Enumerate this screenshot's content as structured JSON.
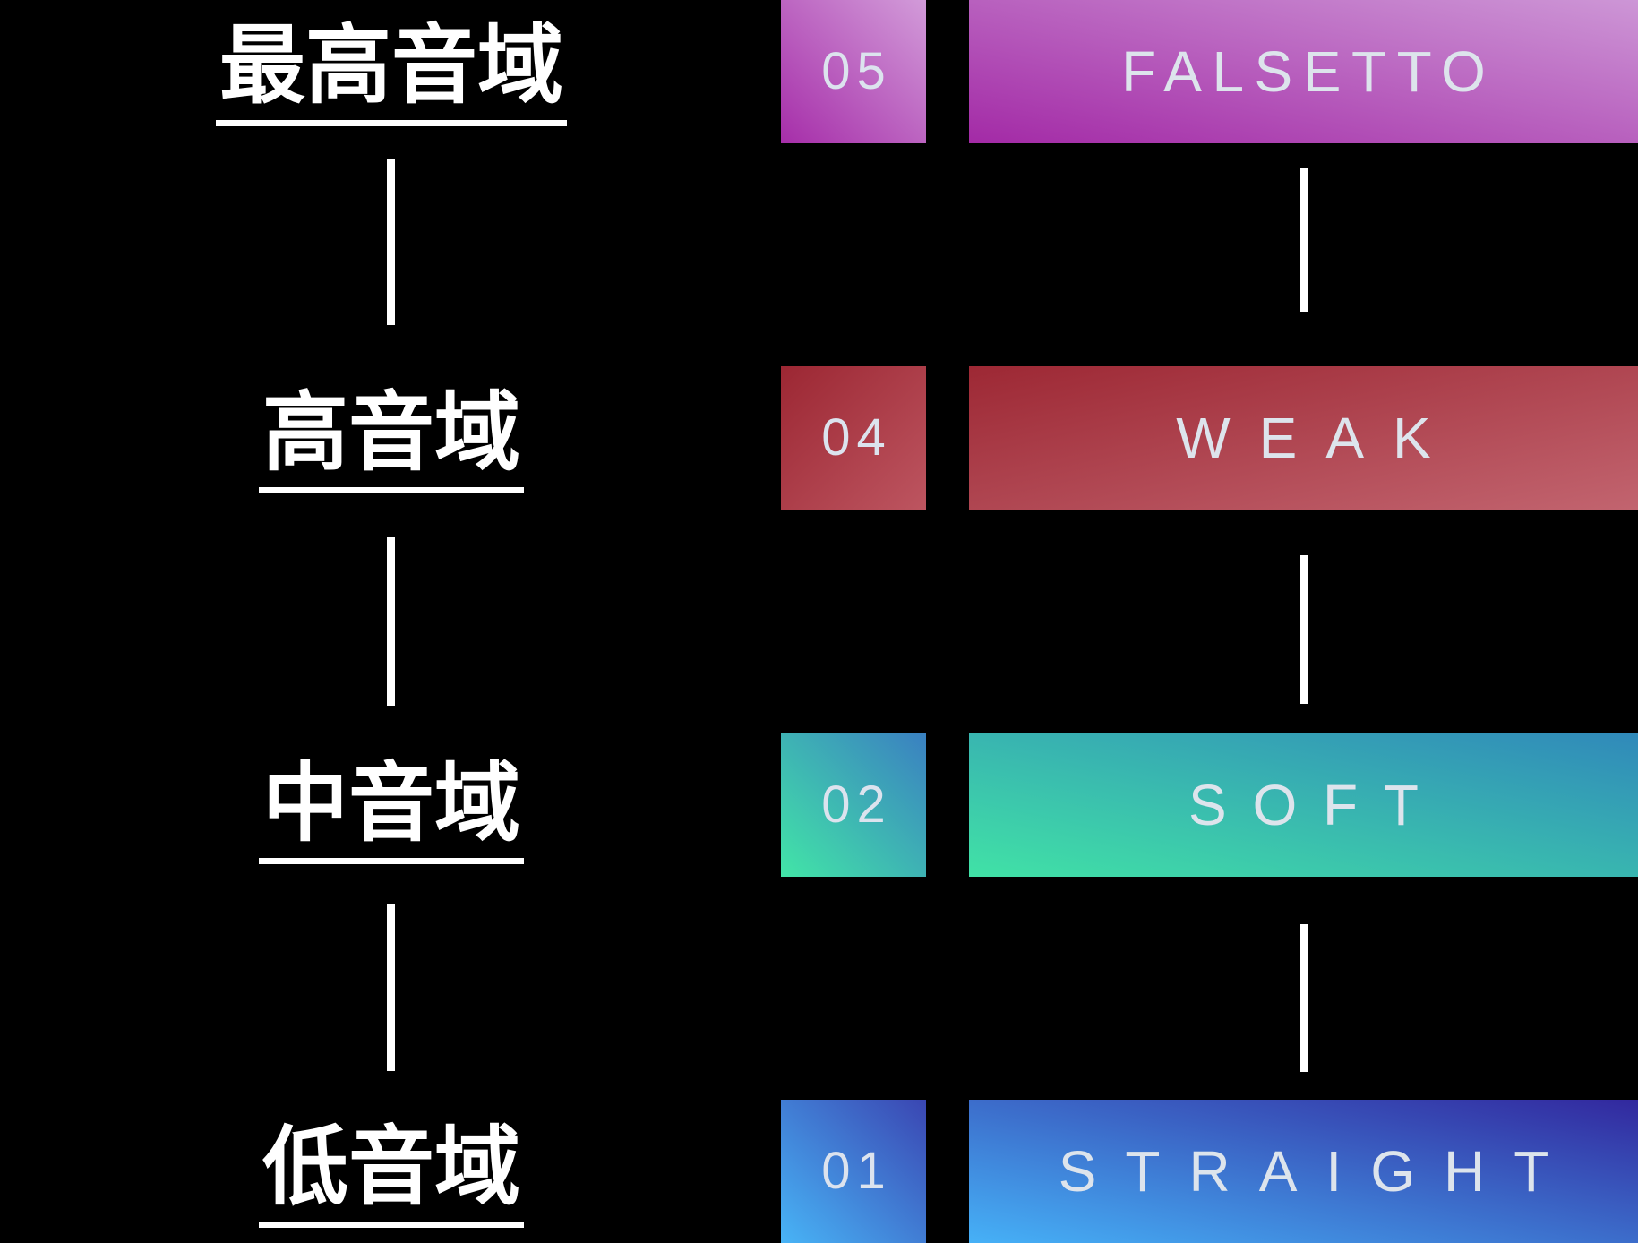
{
  "background_color": "#000000",
  "connector_color": "#ffffff",
  "label_text_color": "#ffffff",
  "left_labels": [
    {
      "text": "最高音域"
    },
    {
      "text": "高音域"
    },
    {
      "text": "中音域"
    },
    {
      "text": "低音域"
    }
  ],
  "rows": [
    {
      "number": "05",
      "label": "FALSETTO",
      "number_box_gradient": {
        "dir": "to top right",
        "from": "#a62ea9",
        "to": "#d29bd9"
      },
      "bar_gradient": {
        "dir": "to top right",
        "from": "#a32aa6",
        "to": "#cd96d6"
      }
    },
    {
      "number": "04",
      "label": "WEAK",
      "number_box_gradient": {
        "dir": "to bottom right",
        "from": "#9c2733",
        "to": "#bd5560"
      },
      "bar_gradient": {
        "dir": "to bottom right",
        "from": "#9d2834",
        "to": "#c2646f"
      }
    },
    {
      "number": "02",
      "label": "SOFT",
      "number_box_gradient": {
        "dir": "to top right",
        "from": "#42e5a7",
        "to": "#3a80c1"
      },
      "bar_gradient": {
        "dir": "to top right",
        "from": "#41e2a6",
        "to": "#3089ba"
      }
    },
    {
      "number": "01",
      "label": "STRAIGHT",
      "number_box_gradient": {
        "dir": "to top right",
        "from": "#48b4f6",
        "to": "#3a46b2"
      },
      "bar_gradient": {
        "dir": "to top right",
        "from": "#46b1f7",
        "to": "#32289e"
      }
    }
  ]
}
